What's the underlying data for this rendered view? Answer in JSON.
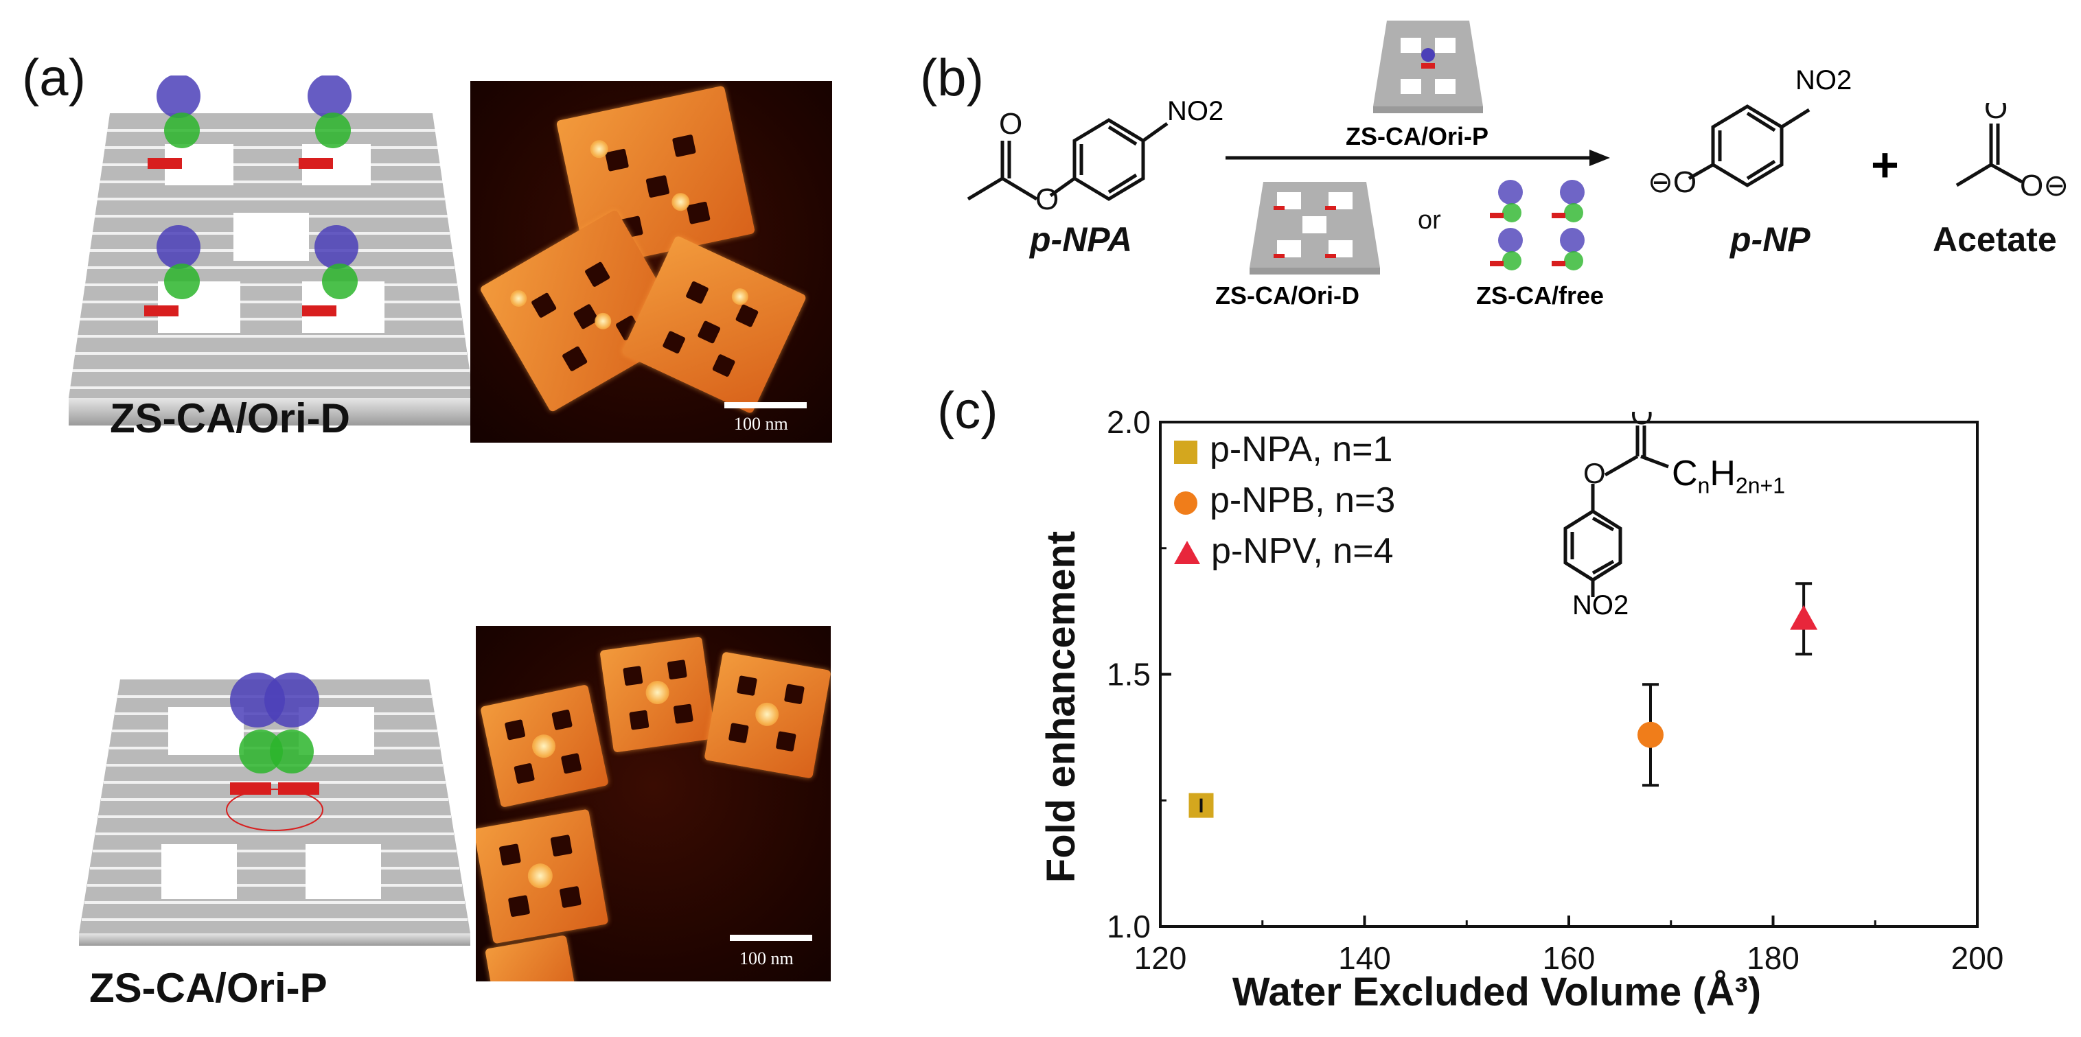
{
  "panels": {
    "a": {
      "label": "(a)",
      "top_caption": "ZS-CA/Ori-D",
      "bottom_caption": "ZS-CA/Ori-P",
      "scalebar_top": "100 nm",
      "scalebar_bottom": "100 nm"
    },
    "b": {
      "label": "(b)",
      "substrate": "p-NPA",
      "substrate_group": "NO2",
      "catalyst_top": "ZS-CA/Ori-P",
      "catalyst_left": "ZS-CA/Ori-D",
      "catalyst_or": "or",
      "catalyst_right": "ZS-CA/free",
      "product1": "p-NP",
      "product1_group": "NO2",
      "plus": "+",
      "product2": "Acetate"
    },
    "c": {
      "label": "(c)",
      "inset_formula_c": "C",
      "inset_sub_n": "n",
      "inset_h": "H",
      "inset_sub_2n1": "2n+1",
      "inset_no2": "NO2"
    }
  },
  "chart_data": {
    "type": "scatter",
    "xlabel": "Water Excluded Volume (Å³)",
    "ylabel": "Fold enhancement",
    "xlim": [
      120,
      200
    ],
    "ylim": [
      1.0,
      2.0
    ],
    "xticks": [
      "120",
      "140",
      "160",
      "180",
      "200"
    ],
    "yticks": [
      "1.0",
      "1.5",
      "2.0"
    ],
    "series": [
      {
        "name": "p-NPA,  n=1",
        "marker": "square",
        "color": "#d4a71e",
        "x": 124,
        "y": 1.24,
        "err": 0.02
      },
      {
        "name": "p-NPB,  n=3",
        "marker": "circle",
        "color": "#f07d1a",
        "x": 168,
        "y": 1.38,
        "err": 0.1
      },
      {
        "name": "p-NPV,  n=4",
        "marker": "triangle",
        "color": "#e8263b",
        "x": 183,
        "y": 1.61,
        "err": 0.07
      }
    ]
  }
}
